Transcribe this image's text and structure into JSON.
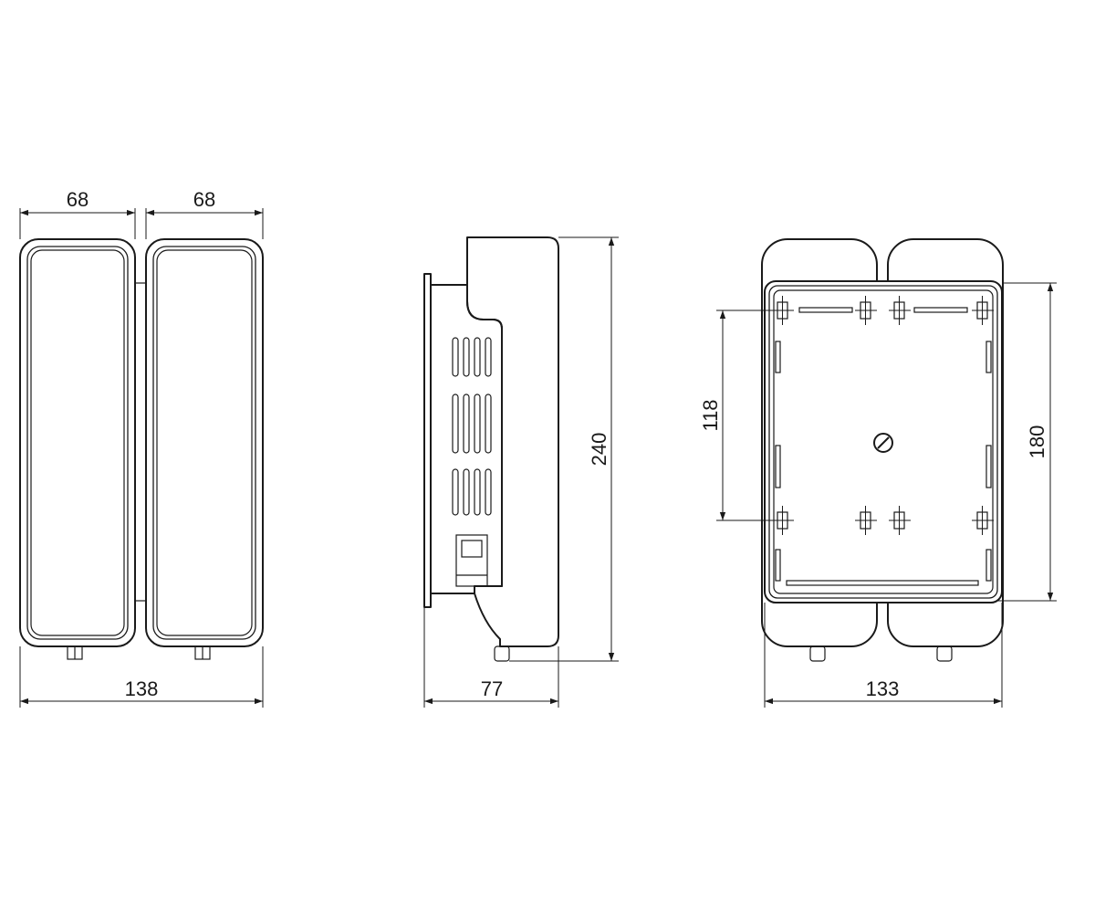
{
  "dimensions": {
    "front_left_width": "68",
    "front_right_width": "68",
    "front_total_width": "138",
    "side_depth": "77",
    "side_height": "240",
    "back_hole_spacing": "118",
    "back_plate_height": "180",
    "back_plate_width": "133"
  },
  "colors": {
    "line": "#1a1a1a",
    "background": "#ffffff"
  }
}
